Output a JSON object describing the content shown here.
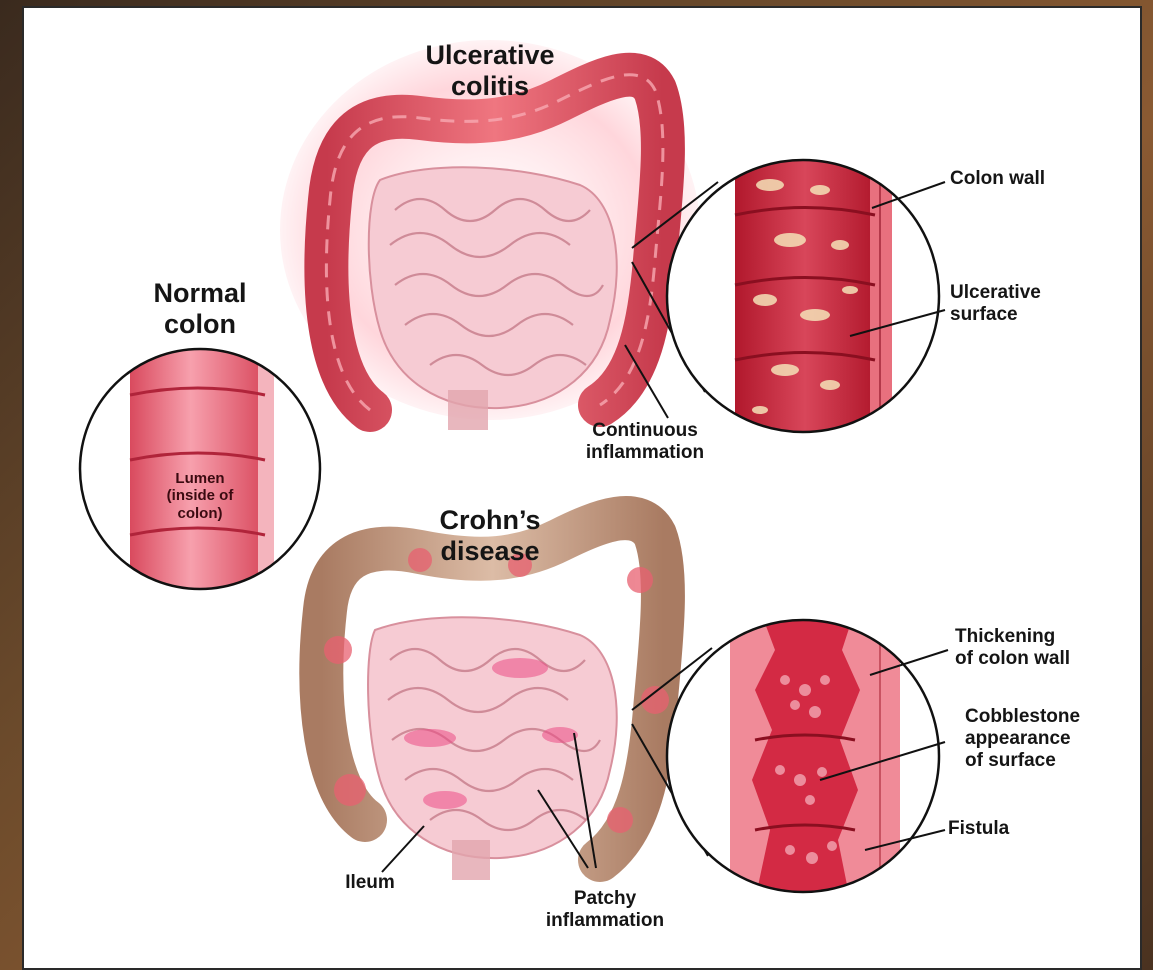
{
  "sections": {
    "normal": {
      "title_line1": "Normal",
      "title_line2": "colon"
    },
    "uc": {
      "title_line1": "Ulcerative",
      "title_line2": "colitis"
    },
    "crohns": {
      "title_line1": "Crohn’s",
      "title_line2": "disease"
    }
  },
  "labels": {
    "lumen": [
      "Lumen",
      "(inside of",
      "colon)"
    ],
    "colon_wall": "Colon wall",
    "ulcerative_surface": [
      "Ulcerative",
      "surface"
    ],
    "continuous_inflammation": [
      "Continuous",
      "inflammation"
    ],
    "thickening": [
      "Thickening",
      "of colon wall"
    ],
    "cobblestone": [
      "Cobblestone",
      "appearance",
      "of surface"
    ],
    "fistula": "Fistula",
    "ileum": "Ileum",
    "patchy_inflammation": [
      "Patchy",
      "inflammation"
    ]
  },
  "colors": {
    "uc_colon": "#e2626e",
    "crohns_colon": "#c9a58e",
    "intestine": "#f4c7d0",
    "inflamed": "#e8487a",
    "normal_tissue": "#ec7c8a"
  }
}
